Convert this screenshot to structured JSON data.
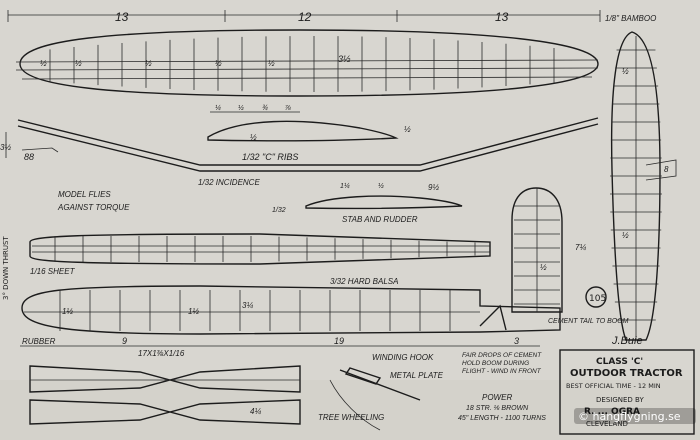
{
  "dims": {
    "wing_left": "13",
    "wing_center": "12",
    "wing_right": "13",
    "rib_spacing": "½",
    "wing_chord": "3½",
    "dihedral": "3½",
    "span_small": "8",
    "rudder_height": "7¼",
    "rudder_half": "½",
    "fus_half": "1½",
    "fus_span": "9",
    "fus_front": "3",
    "fus_section": "19",
    "prop_dim": "4¼",
    "stab_chord": "1¼",
    "stab_top": "½",
    "stab_span": "9½",
    "fin_tip": "3¼",
    "fin_root": "1½",
    "stab_thick": "1/32",
    "section_sizes": [
      "¼",
      "½",
      "¾",
      "⅞",
      "½"
    ]
  },
  "labels": {
    "bamboo": "1/8\" BAMBOO",
    "ribs": "1/32 \"C\" RIBS",
    "incidence": "1/32 INCIDENCE",
    "model_flies": "MODEL FLIES",
    "against_torque": "AGAINST TORQUE",
    "stab_rudder": "STAB AND RUDDER",
    "hard_balsa": "3/32 HARD BALSA",
    "sheet": "1/16 SHEET",
    "down_thrust": "3° DOWN THRUST",
    "rubber": "RUBBER",
    "hook_note": "WINDING HOOK",
    "metal_plate": "METAL PLATE",
    "cement_tail": "CEMENT TAIL TO BOOM",
    "prop_size": "17X1⅜X1/16",
    "tree_wheeling": "TREE WHEELING",
    "cement_drops": "FAIR DROPS OF CEMENT HOLD BOOM DURING FLIGHT - WIND IN FRONT",
    "power": "POWER",
    "rubber_spec": "18 STR. ⅛ BROWN",
    "length_spec": "45\" LENGTH - 1100 TURNS",
    "plan_number": "105"
  },
  "title_block": {
    "class": "CLASS 'C'",
    "model": "OUTDOOR TRACTOR",
    "record": "BEST OFFICIAL TIME - 12 MIN",
    "designed_by": "DESIGNED BY",
    "designer": "R. ... OGRA",
    "city": "CLEVELAND",
    "signature": "J.Buie"
  },
  "watermark": "© hangflygning.se",
  "colors": {
    "paper": "#d8d6d0",
    "ink": "#1c1c1c"
  }
}
